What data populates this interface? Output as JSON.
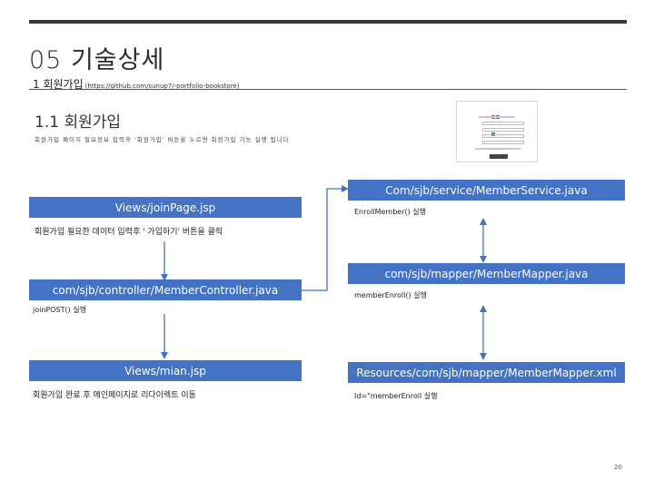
{
  "header": {
    "title": "05 기술상세",
    "subheading": "1 회원가입",
    "link": "(https://github.com/sunup7/-portfolio-bookstore)"
  },
  "section": {
    "title": "1.1 회원가입",
    "description": "회원가입 페이지 필요정보 입력후 '회원가입' 버튼을 누르면 회원가입 기능 실행 됩니다"
  },
  "flow_left": {
    "box1": "Views/joinPage.jsp",
    "note1": "회원가입 필요한 데이터 입력후 ' 가입하기' 버튼을 클릭",
    "box2": "com/sjb/controller/MemberController.java",
    "note2": "joinPOST() 실행",
    "box3": "Views/mian.jsp",
    "note3": "회원가입 완료 후 메인페이지로 리다이렉트 이동"
  },
  "flow_right": {
    "box1": "Com/sjb/service/MemberService.java",
    "note1": "EnrollMember() 실행",
    "box2": "com/sjb/mapper/MemberMapper.java",
    "note2": "memberEnroll() 실행",
    "box3": "Resources/com/sjb/mapper/MemberMapper.xml",
    "note3": "Id=\"memberEnroll 실행"
  },
  "colors": {
    "box": "#4472c4",
    "arrow": "#4472c4"
  },
  "footer": {
    "page_number": "20"
  }
}
